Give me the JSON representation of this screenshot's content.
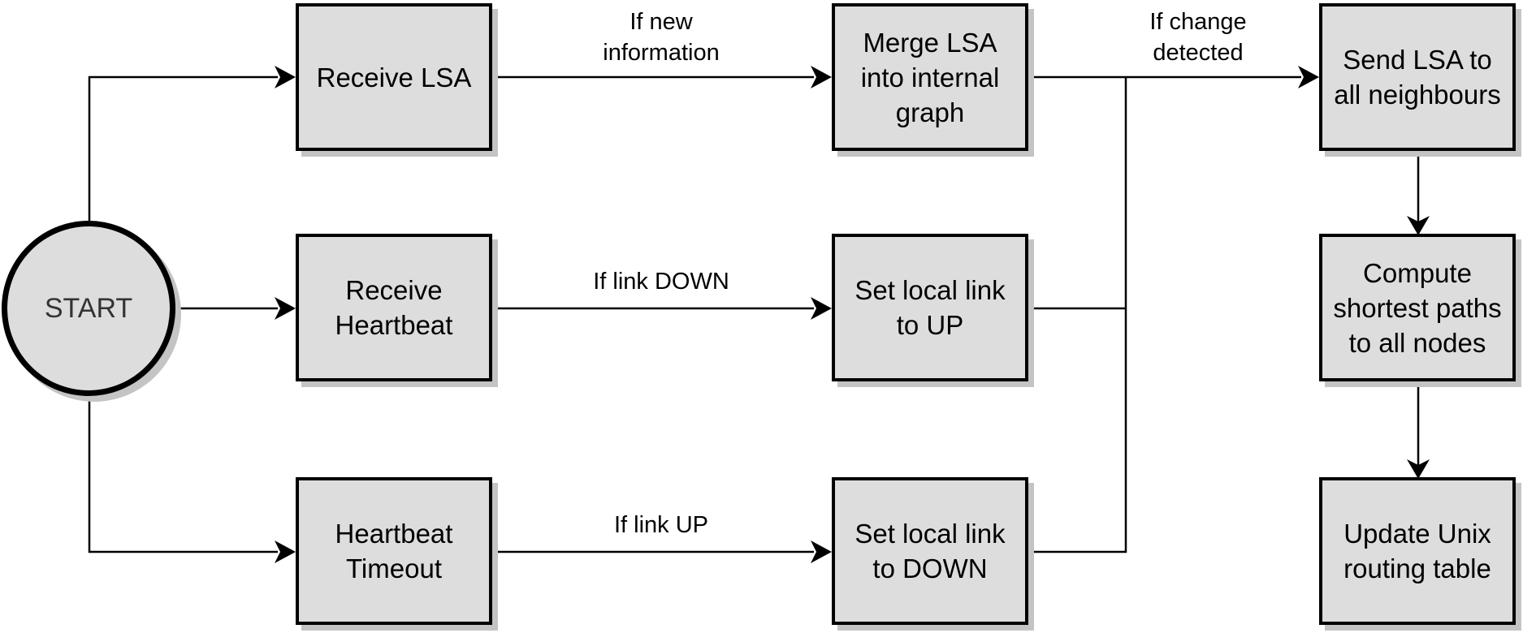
{
  "diagram": {
    "nodes": {
      "start": "START",
      "receive_lsa": "Receive LSA",
      "receive_heartbeat": "Receive\nHeartbeat",
      "heartbeat_timeout": "Heartbeat\nTimeout",
      "merge_lsa": "Merge LSA\ninto internal\ngraph",
      "set_link_up": "Set local link\nto UP",
      "set_link_down": "Set local link\nto DOWN",
      "send_lsa": "Send LSA to\nall neighbours",
      "compute_paths": "Compute\nshortest paths\nto all nodes",
      "update_table": "Update Unix\nrouting table"
    },
    "edge_labels": {
      "if_new_information": "If new\ninformation",
      "if_link_down": "If link DOWN",
      "if_link_up": "If link UP",
      "if_change_detected": "If change\ndetected"
    }
  }
}
